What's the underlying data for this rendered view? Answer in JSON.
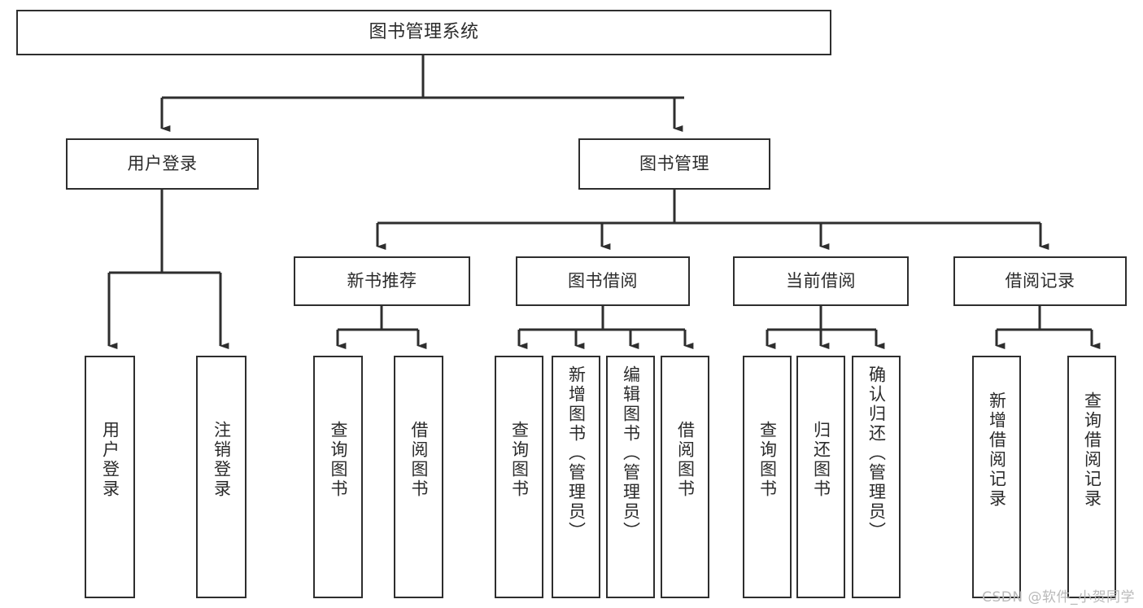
{
  "diagram": {
    "title": "图书管理系统",
    "type": "hierarchy-tree",
    "watermark": "CSDN @软件_小贺同学",
    "colors": {
      "box_border": "#2e2e2e",
      "box_fill": "#ffffff",
      "connector": "#2e2e2e",
      "text": "#2b2b2b",
      "watermark": "#b9b9b9",
      "background": "#ffffff"
    },
    "nodes": {
      "root": {
        "label": "图书管理系统"
      },
      "level1": [
        {
          "label": "用户登录"
        },
        {
          "label": "图书管理"
        }
      ],
      "level2": [
        {
          "label": "新书推荐"
        },
        {
          "label": "图书借阅"
        },
        {
          "label": "当前借阅"
        },
        {
          "label": "借阅记录"
        }
      ],
      "leaves": {
        "user_login": [
          {
            "label": "用户登录"
          },
          {
            "label": "注销登录"
          }
        ],
        "new_book_recommend": [
          {
            "label": "查询图书"
          },
          {
            "label": "借阅图书"
          }
        ],
        "book_borrow": [
          {
            "label": "查询图书"
          },
          {
            "label": "新增图书（管理员）"
          },
          {
            "label": "编辑图书（管理员）"
          },
          {
            "label": "借阅图书"
          }
        ],
        "current_borrow": [
          {
            "label": "查询图书"
          },
          {
            "label": "归还图书"
          },
          {
            "label": "确认归还（管理员）"
          }
        ],
        "borrow_record": [
          {
            "label": "新增借阅记录"
          },
          {
            "label": "查询借阅记录"
          }
        ]
      }
    }
  }
}
